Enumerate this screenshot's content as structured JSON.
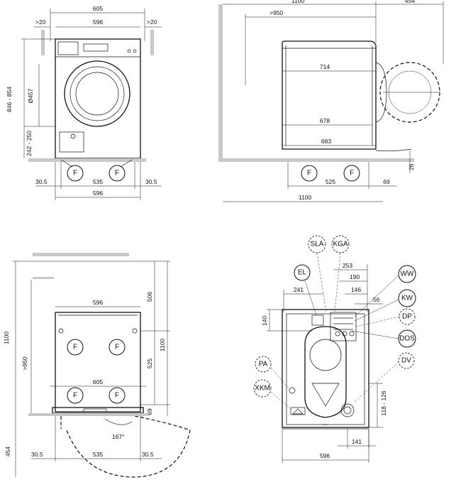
{
  "views": {
    "front": {
      "top_width": "605",
      "body_width": "596",
      "left_clearance": ">20",
      "right_clearance": ">20",
      "height_range": "846 - 854",
      "door_diameter": "Ø457",
      "base_height": "242 - 250",
      "foot_left": "30.5",
      "foot_span": "535",
      "foot_right": "30.5",
      "bottom_width": "596",
      "foot_label": "F"
    },
    "side": {
      "total_depth": "1100",
      "door_swing": "454",
      "wall_gap": ">950",
      "depth_top": "714",
      "depth_mid": "678",
      "depth_low": "683",
      "feet_span": "525",
      "front_offset": "69",
      "height_26": "26",
      "bottom_total": "1100",
      "foot_label": "F"
    },
    "top": {
      "left_total": "1100",
      "left_gap": ">950",
      "body_width": "596",
      "right_506": "506",
      "right_525": "525",
      "right_1100": "1100",
      "top_605": "605",
      "right_69": "69",
      "left_454": "454",
      "foot_left": "30.5",
      "foot_span": "535",
      "foot_right": "30.5",
      "angle": "167°",
      "foot_label": "F"
    },
    "rear": {
      "dim_253": "253",
      "dim_241": "241",
      "dim_190": "190",
      "dim_146": "146",
      "dim_56": "56",
      "dim_140": "140",
      "dim_118": "118 - 126",
      "dim_141": "141",
      "dim_596": "596",
      "connections": [
        "SLA",
        "KGA",
        "EL",
        "WW",
        "KW",
        "DP",
        "DOS",
        "DV",
        "PA",
        "XKM"
      ]
    }
  }
}
